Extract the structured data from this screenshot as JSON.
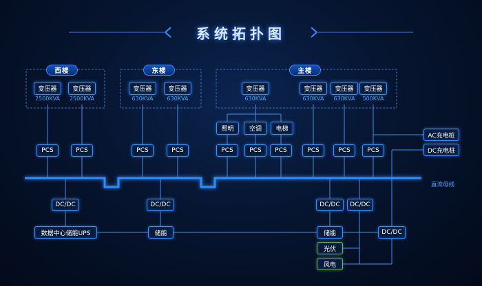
{
  "title": "系统拓扑图",
  "buildings": {
    "west": "西楼",
    "east": "东楼",
    "main": "主楼"
  },
  "transformers": [
    {
      "label": "变压器",
      "rating": "2500KVA",
      "building": "west"
    },
    {
      "label": "变压器",
      "rating": "2500KVA",
      "building": "west"
    },
    {
      "label": "变压器",
      "rating": "630KVA",
      "building": "east"
    },
    {
      "label": "变压器",
      "rating": "630KVA",
      "building": "east"
    },
    {
      "label": "变压器",
      "rating": "630KVA",
      "building": "main"
    },
    {
      "label": "变压器",
      "rating": "630KVA",
      "building": "main"
    },
    {
      "label": "变压器",
      "rating": "630KVA",
      "building": "main"
    },
    {
      "label": "变压器",
      "rating": "500KVA",
      "building": "main"
    }
  ],
  "loads": [
    "照明",
    "空调",
    "电梯"
  ],
  "chargers": {
    "ac": "AC充电桩",
    "dc": "DC充电桩"
  },
  "pcs_label": "PCS",
  "bus_label": "直流母线",
  "dcdc_label": "DC/DC",
  "devices": {
    "ups": "数据中心储能UPS",
    "storage": "储能",
    "pv": "光伏",
    "wind": "风电"
  },
  "colors": {
    "background": "#040d1f",
    "accent": "#3a8cff",
    "bus": "#2f8cff",
    "rating_text": "#4fa3ff",
    "renewable_border": "#6fae6a"
  }
}
